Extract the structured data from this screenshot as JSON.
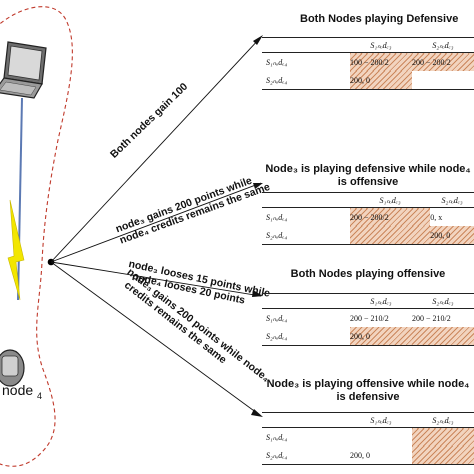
{
  "node_label": "node",
  "node_subscript": "4",
  "panels": [
    {
      "title": "Both Nodes playing Defensive",
      "columns": [
        "S₁ₙₒdₑ₃",
        "S₂ₙₒdₑ₃"
      ],
      "rows": [
        {
          "label": "S₁ₙₒdₑ₄",
          "cells": [
            "100 − 200/2",
            "200 − 200/2"
          ]
        },
        {
          "label": "S₂ₙₒdₑ₄",
          "cells": [
            "200, 0",
            ""
          ]
        }
      ]
    },
    {
      "title": "Node₃ is playing defensive while node₄ is offensive",
      "columns": [
        "S₁ₙₒdₑ₃",
        "S₂ₙₒdₑ₃"
      ],
      "rows": [
        {
          "label": "S₁ₙₒdₑ₄",
          "cells": [
            "200 − 200/2",
            "0, x"
          ]
        },
        {
          "label": "S₂ₙₒdₑ₄",
          "cells": [
            "",
            "200, 0"
          ]
        }
      ]
    },
    {
      "title": "Both Nodes playing offensive",
      "columns": [
        "S₁ₙₒdₑ₃",
        "S₂ₙₒdₑ₃"
      ],
      "rows": [
        {
          "label": "S₁ₙₒdₑ₄",
          "cells": [
            "200 − 210/2",
            "200 − 210/2"
          ]
        },
        {
          "label": "S₂ₙₒdₑ₄",
          "cells": [
            "200, 0",
            ""
          ]
        }
      ]
    },
    {
      "title": "Node₃ is playing offensive while node₄ is defensive",
      "columns": [
        "S₁ₙₒdₑ₃",
        "S₂ₙₒdₑ₃"
      ],
      "rows": [
        {
          "label": "S₁ₙₒdₑ₄",
          "cells": [
            "",
            ""
          ]
        },
        {
          "label": "S₂ₙₒdₑ₄",
          "cells": [
            "200, 0",
            ""
          ]
        }
      ]
    }
  ],
  "edges": [
    {
      "line1": "Both nodes gain 100",
      "line2": ""
    },
    {
      "line1": "node₃ gains 200 points while",
      "line2": "node₄ credits remains the same"
    },
    {
      "line1": "node₃ looses 15 points while",
      "line2": "node₄ looses 20 points"
    },
    {
      "line1": "node₃ gains 200 points while node₄",
      "line2": "credits remains the same"
    }
  ]
}
